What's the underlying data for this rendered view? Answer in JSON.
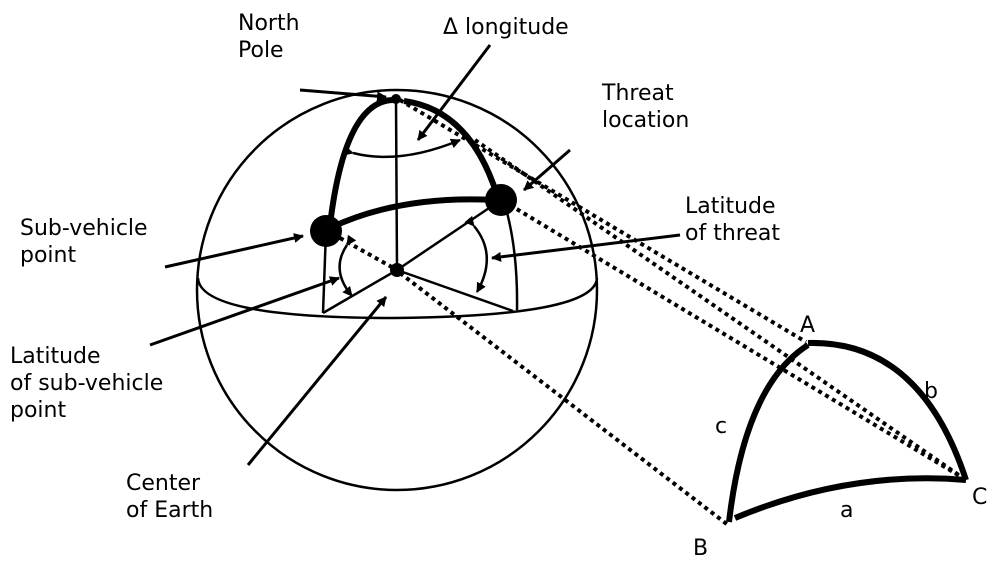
{
  "labels": {
    "north_pole": [
      "North",
      "Pole"
    ],
    "delta_longitude": "Δ longitude",
    "threat_location": [
      "Threat",
      "location"
    ],
    "latitude_of_threat": [
      "Latitude",
      "of threat"
    ],
    "sub_vehicle_point": [
      "Sub-vehicle",
      "point"
    ],
    "latitude_of_sub_vehicle": [
      "Latitude",
      "of sub-vehicle",
      "point"
    ],
    "center_of_earth": [
      "Center",
      "of Earth"
    ]
  },
  "triangle": {
    "vertex_a": "A",
    "vertex_b": "B",
    "vertex_c": "C",
    "side_a": "a",
    "side_b": "b",
    "side_c": "c"
  },
  "colors": {
    "ink": "#000000",
    "background": "#ffffff"
  }
}
